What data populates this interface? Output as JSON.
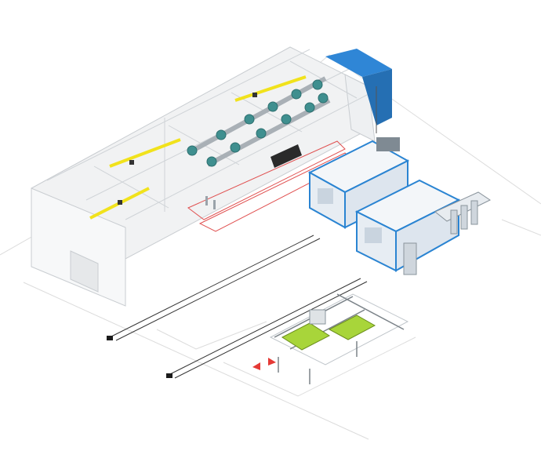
{
  "scene": {
    "description_tags": [],
    "colors": {
      "background": "#ffffff",
      "floor_line": "#d9d9d9",
      "hall_wall": "#f2f3f4",
      "hall_edge": "#c9cdd1",
      "crane_yellow": "#f1e21c",
      "fan_teal": "#3f8f8f",
      "booth_white": "#eef2f6",
      "booth_blue": "#2a84d2",
      "tower_blue": "#2f86d6",
      "lime_green": "#a8d53a",
      "rail_black": "#1b1b1b",
      "arrow_red": "#e53935"
    }
  },
  "components": [
    {
      "name": "production-hall",
      "icon": "building-icon"
    },
    {
      "name": "overhead-crane",
      "icon": "crane-icon",
      "count": 3
    },
    {
      "name": "ventilation-fans",
      "icon": "fan-icon",
      "count": 12
    },
    {
      "name": "rail-track",
      "icon": "rail-icon",
      "count": 2
    },
    {
      "name": "blasting-booth",
      "icon": "booth-icon"
    },
    {
      "name": "paint-booth",
      "icon": "booth-icon"
    },
    {
      "name": "dust-collector",
      "icon": "filter-icon"
    },
    {
      "name": "roller-conveyor-station",
      "icon": "conveyor-icon"
    },
    {
      "name": "direction-arrows",
      "icon": "arrow-icon"
    }
  ]
}
